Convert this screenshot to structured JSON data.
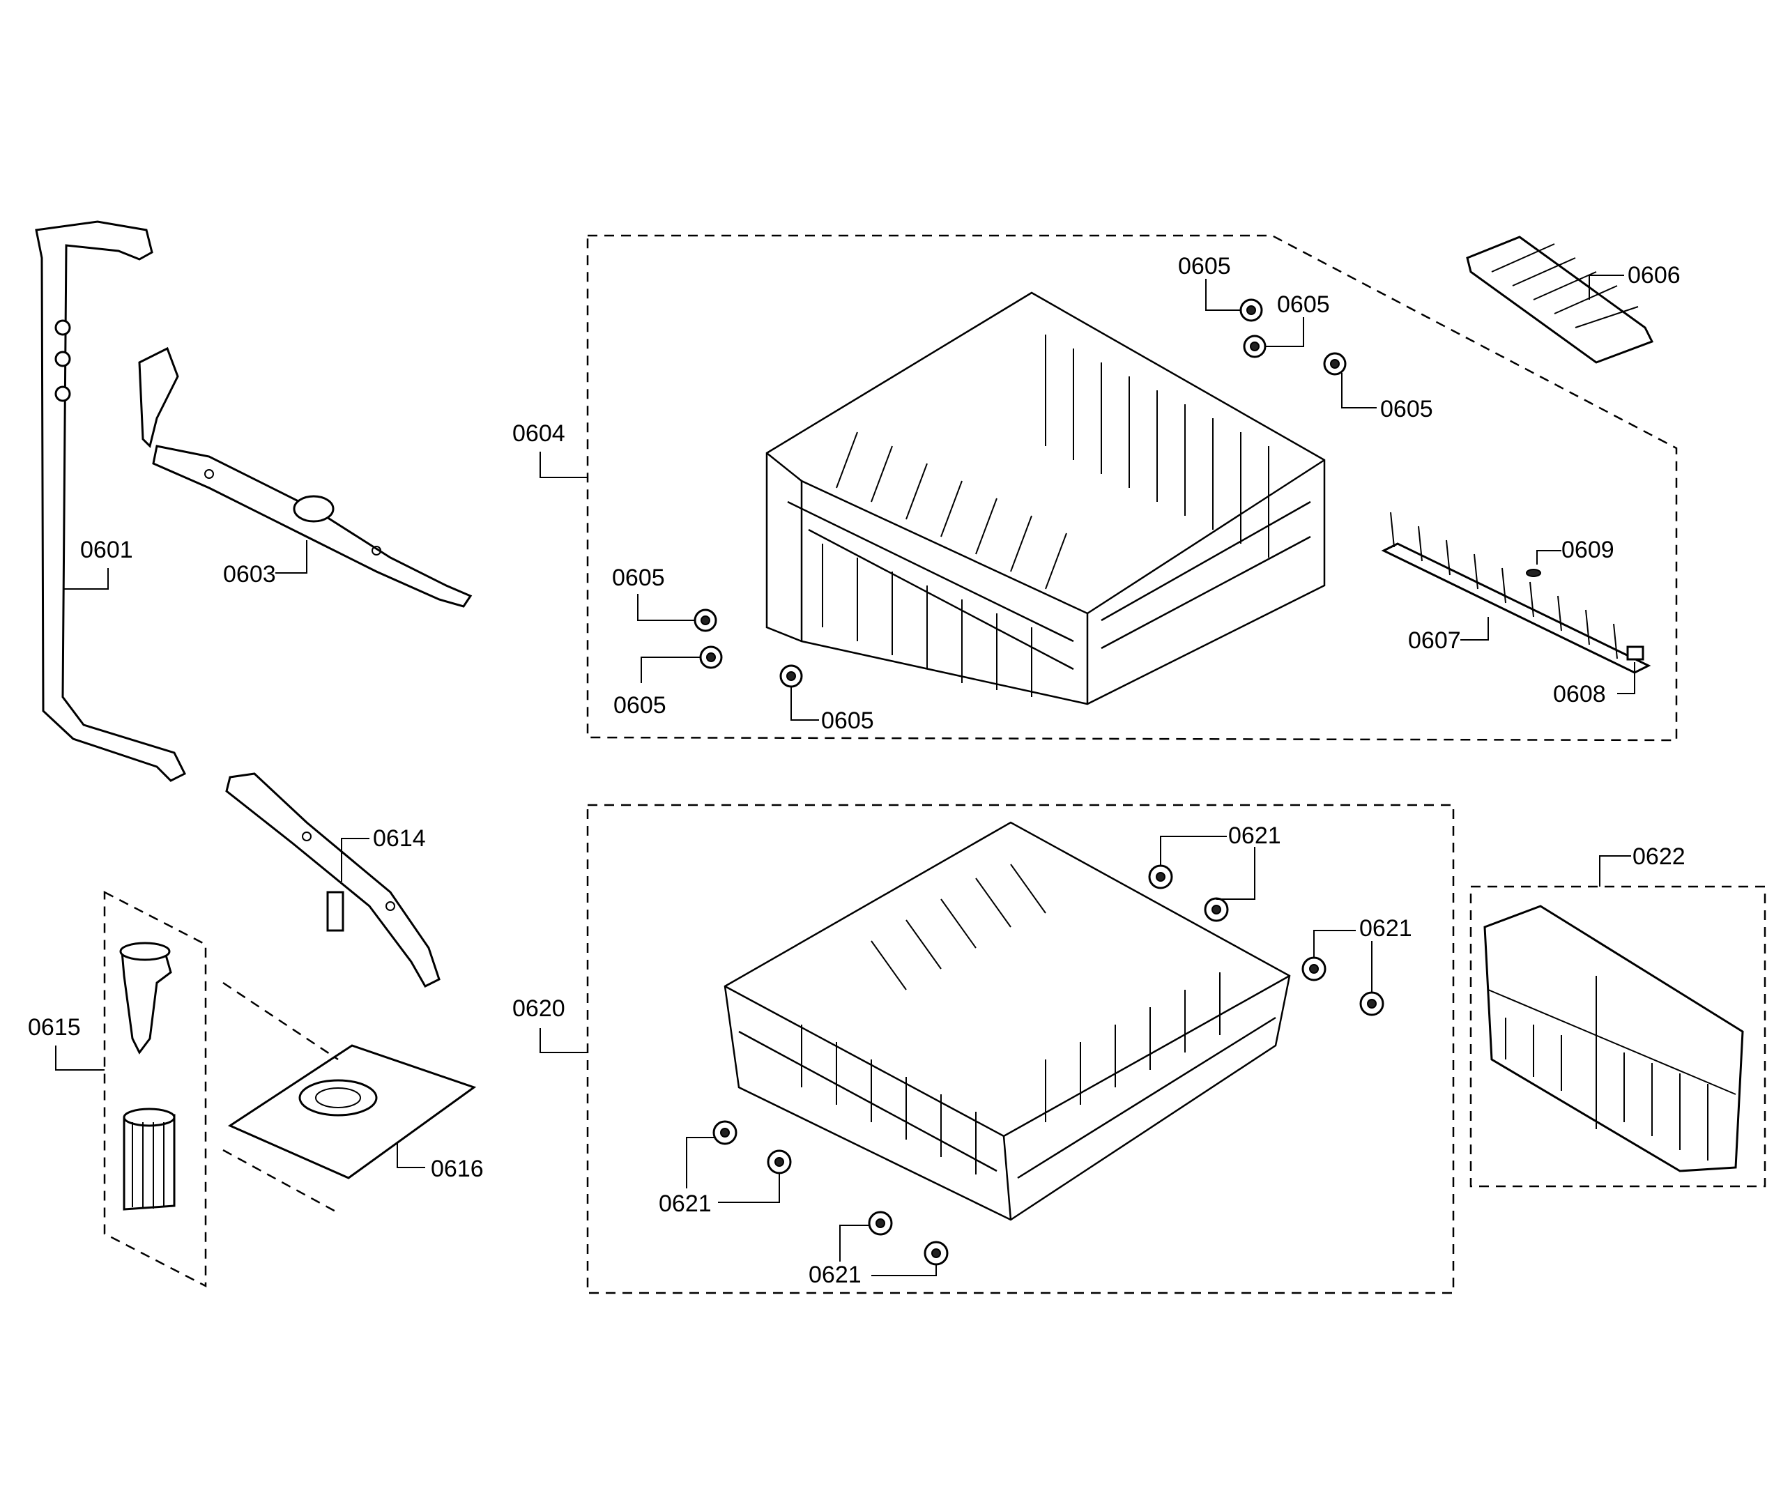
{
  "labels": {
    "p0601": "0601",
    "p0603": "0603",
    "p0604": "0604",
    "p0605_a": "0605",
    "p0605_b": "0605",
    "p0605_c": "0605",
    "p0605_d": "0605",
    "p0605_e": "0605",
    "p0605_f": "0605",
    "p0606": "0606",
    "p0607": "0607",
    "p0608": "0608",
    "p0609": "0609",
    "p0614": "0614",
    "p0615": "0615",
    "p0616": "0616",
    "p0620": "0620",
    "p0621_a": "0621",
    "p0621_b": "0621",
    "p0621_c": "0621",
    "p0621_d": "0621",
    "p0622": "0622"
  }
}
